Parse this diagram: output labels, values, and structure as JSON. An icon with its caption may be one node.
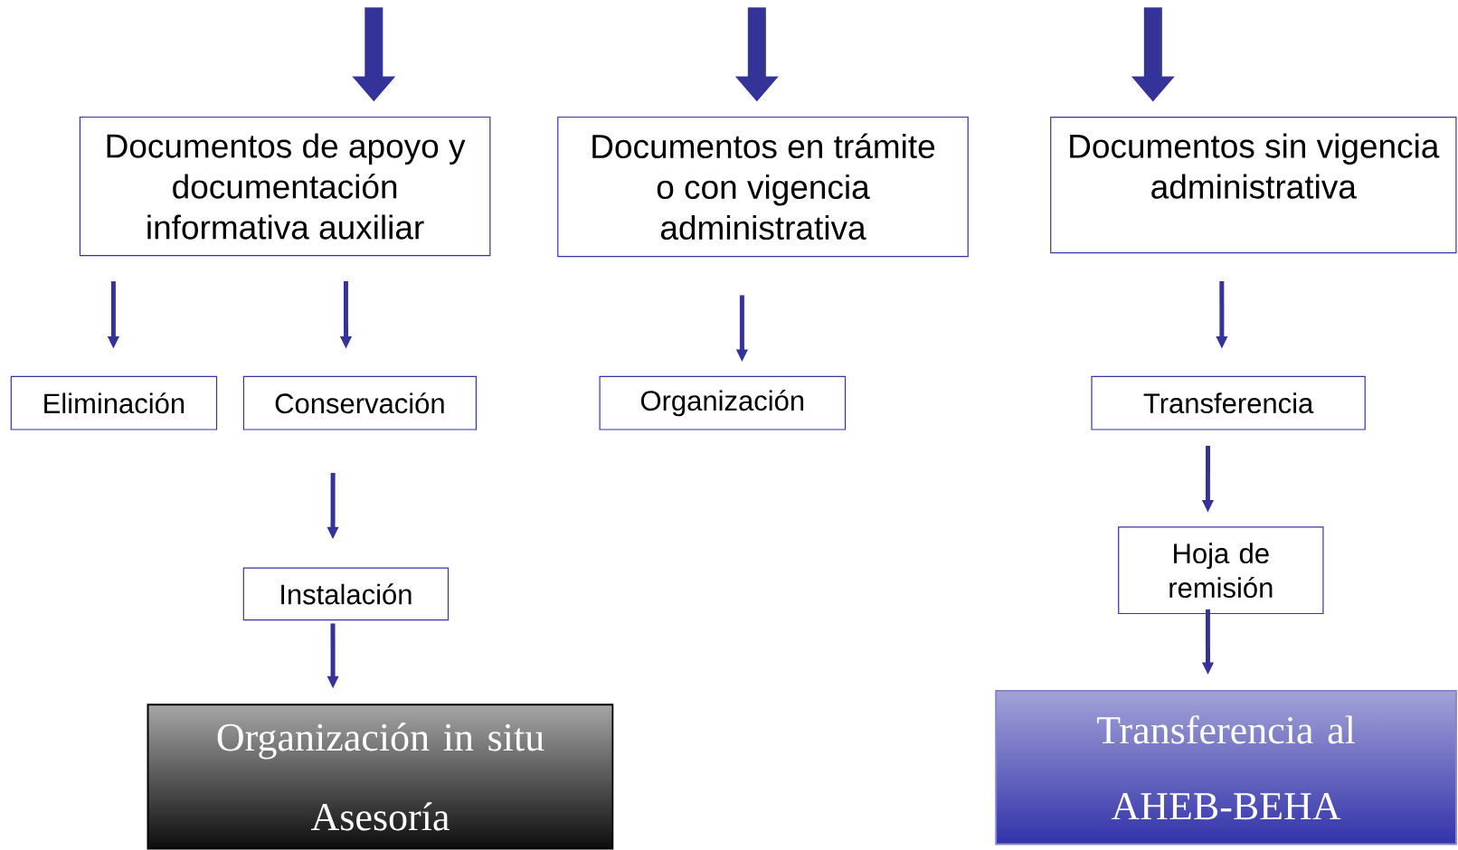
{
  "diagram": {
    "nodes": [
      {
        "text": [
          "Documentos de apoyo y documentación informativa auxiliar"
        ]
      },
      {
        "text": [
          "Documentos en trámite o con vigencia administrativa"
        ]
      },
      {
        "text": [
          "Documentos sin vigencia administrativa"
        ]
      },
      {
        "text": [
          "Eliminación"
        ]
      },
      {
        "text": [
          "Conservación"
        ]
      },
      {
        "text": [
          "Organización"
        ]
      },
      {
        "text": [
          "Transferencia"
        ]
      },
      {
        "text": [
          "Instalación"
        ]
      },
      {
        "text": [
          "Hoja de remisión"
        ]
      },
      {
        "text": [
          "Organización in situ",
          "Asesoría"
        ]
      },
      {
        "text": [
          "Transferencia al AHEB-BEHA"
        ]
      }
    ],
    "edges": [
      {
        "from": null,
        "to": 0,
        "arrow": "to",
        "style": "thick"
      },
      {
        "from": null,
        "to": 1,
        "arrow": "to",
        "style": "thick"
      },
      {
        "from": null,
        "to": 2,
        "arrow": "to",
        "style": "thick"
      },
      {
        "from": 0,
        "to": 3,
        "arrow": "to"
      },
      {
        "from": 0,
        "to": 4,
        "arrow": "to"
      },
      {
        "from": 1,
        "to": 5,
        "arrow": "to"
      },
      {
        "from": 2,
        "to": 6,
        "arrow": "to"
      },
      {
        "from": 4,
        "to": 7,
        "arrow": "to"
      },
      {
        "from": 6,
        "to": 8,
        "arrow": "to"
      },
      {
        "from": 7,
        "to": 9,
        "arrow": "to"
      },
      {
        "from": 8,
        "to": 10,
        "arrow": "to"
      }
    ]
  }
}
